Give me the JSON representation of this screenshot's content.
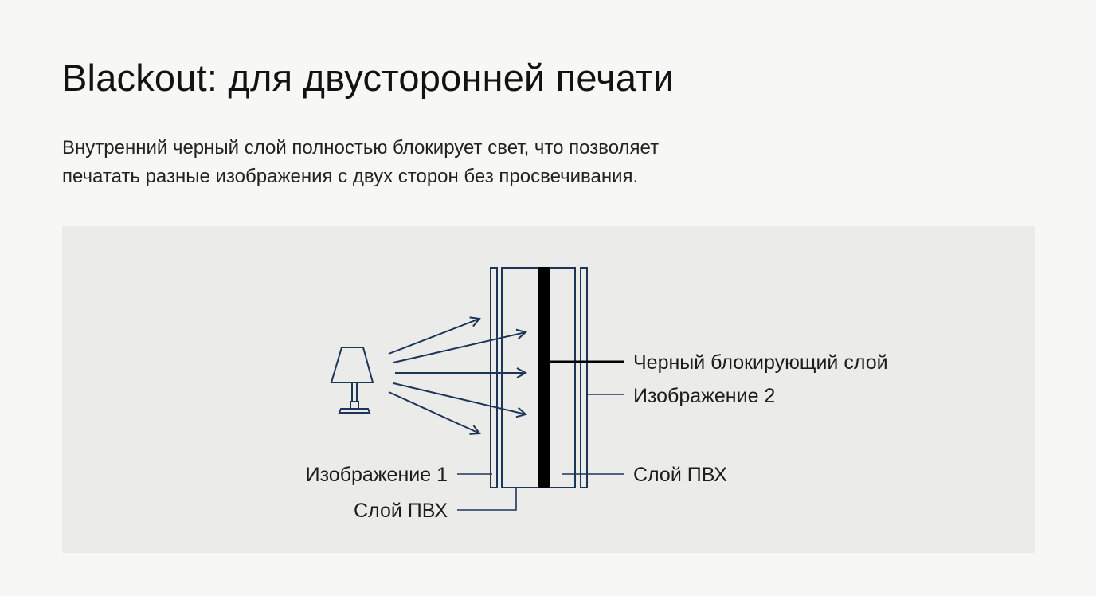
{
  "title": "Blackout: для двусторонней печати",
  "subtitle": {
    "line1": "Внутренний черный слой полностью блокирует свет, что позволяет",
    "line2": "печатать разные изображения с двух сторон без просвечивания."
  },
  "diagram": {
    "labels": {
      "black_layer": "Черный блокирующий слой",
      "image_2": "Изображение 2",
      "pvc_right": "Слой ПВХ",
      "image_1": "Изображение 1",
      "pvc_left": "Слой ПВХ"
    },
    "icons": [
      "lamp-icon",
      "light-ray-arrow"
    ],
    "colors": {
      "line": "#1d3557",
      "black_layer": "#000000",
      "panel_bg": "#ebebea"
    }
  }
}
